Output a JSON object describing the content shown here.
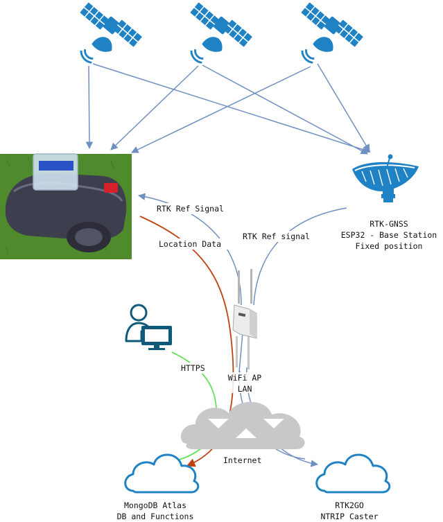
{
  "labels": {
    "rtk_ref_signal_left": "RTK Ref Signal",
    "rtk_ref_signal_right": "RTK Ref signal",
    "location_data": "Location Data",
    "base_station": [
      "RTK-GNSS",
      "ESP32 - Base Station",
      "Fixed position"
    ],
    "wifi_ap": [
      "WiFi AP",
      "LAN"
    ],
    "https": "HTTPS",
    "internet": "Internet",
    "mongodb": [
      "MongoDB Atlas",
      "DB and Functions"
    ],
    "rtk2go": [
      "RTK2GO",
      "NTRIP Caster"
    ]
  },
  "icons": [
    "satellite-icon",
    "satellite-icon",
    "satellite-icon",
    "satellite-dish-icon",
    "robot-mower-photo",
    "wifi-router-icon",
    "user-computer-icon",
    "internet-cloud-icon",
    "cloud-icon",
    "cloud-icon"
  ],
  "colors": {
    "connector_blue": "#6f8fc2",
    "location_data_red": "#c0410f",
    "https_green": "#5ee35a",
    "icon_blue": "#1f82c4",
    "icon_dark_teal": "#10597a",
    "cloud_gray": "#c8c8c8"
  }
}
